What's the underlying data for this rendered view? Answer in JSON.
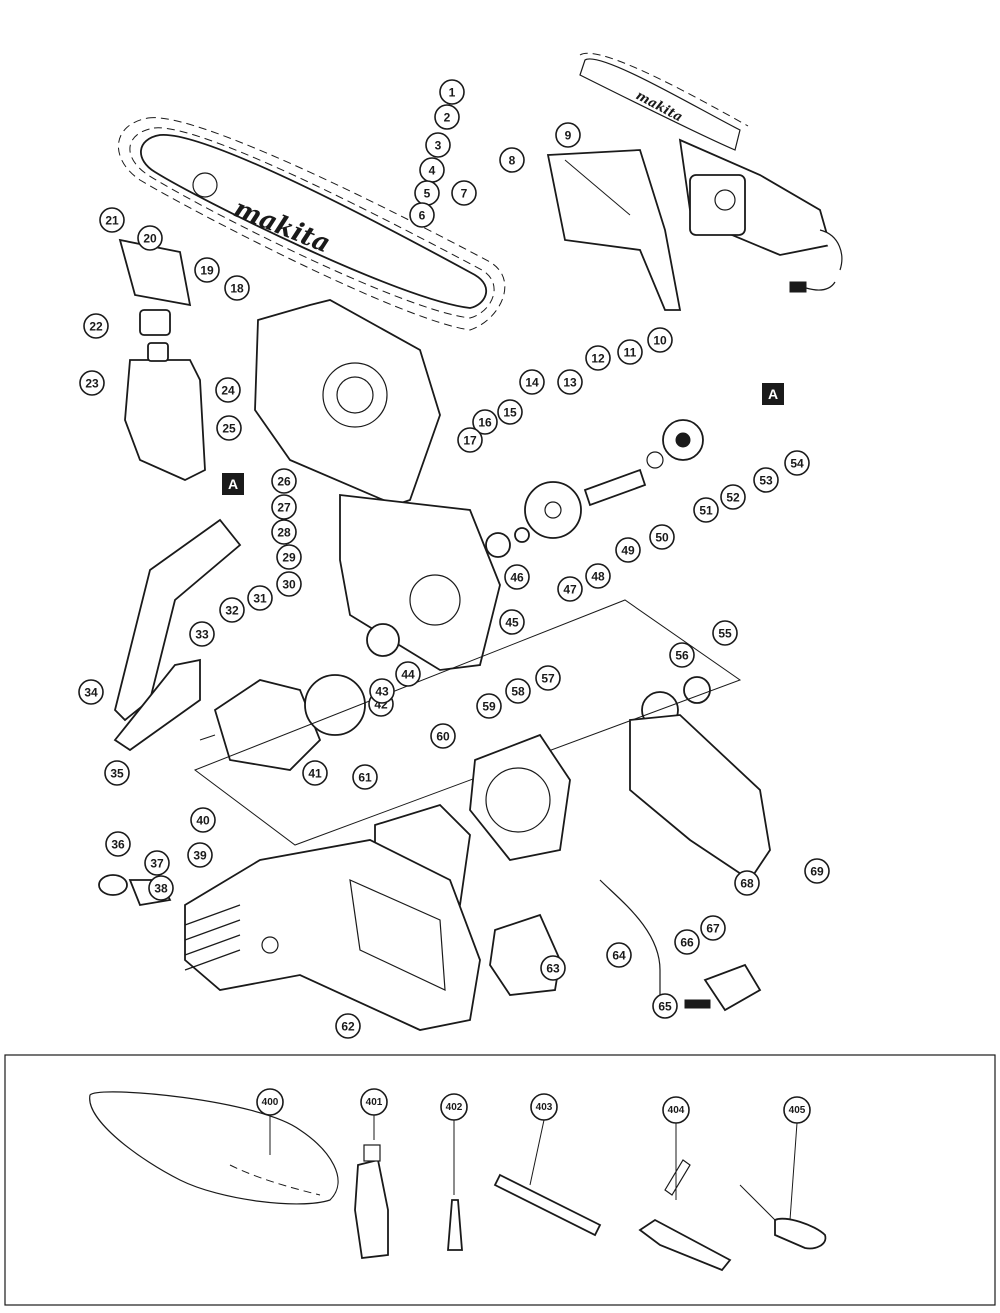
{
  "brand": {
    "logo_text": "makita"
  },
  "diagram_markers": [
    "A",
    "A"
  ],
  "callouts": [
    "1",
    "2",
    "3",
    "4",
    "5",
    "6",
    "7",
    "8",
    "9",
    "10",
    "11",
    "12",
    "13",
    "14",
    "15",
    "16",
    "17",
    "18",
    "19",
    "20",
    "21",
    "22",
    "23",
    "24",
    "25",
    "26",
    "27",
    "28",
    "29",
    "30",
    "31",
    "32",
    "33",
    "34",
    "35",
    "36",
    "37",
    "38",
    "39",
    "40",
    "41",
    "42",
    "43",
    "44",
    "45",
    "46",
    "47",
    "48",
    "49",
    "50",
    "51",
    "52",
    "53",
    "54",
    "55",
    "56",
    "57",
    "58",
    "59",
    "60",
    "61",
    "62",
    "63",
    "64",
    "65",
    "66",
    "67",
    "68",
    "69"
  ],
  "accessories": [
    "400",
    "401",
    "402",
    "403",
    "404",
    "405"
  ]
}
